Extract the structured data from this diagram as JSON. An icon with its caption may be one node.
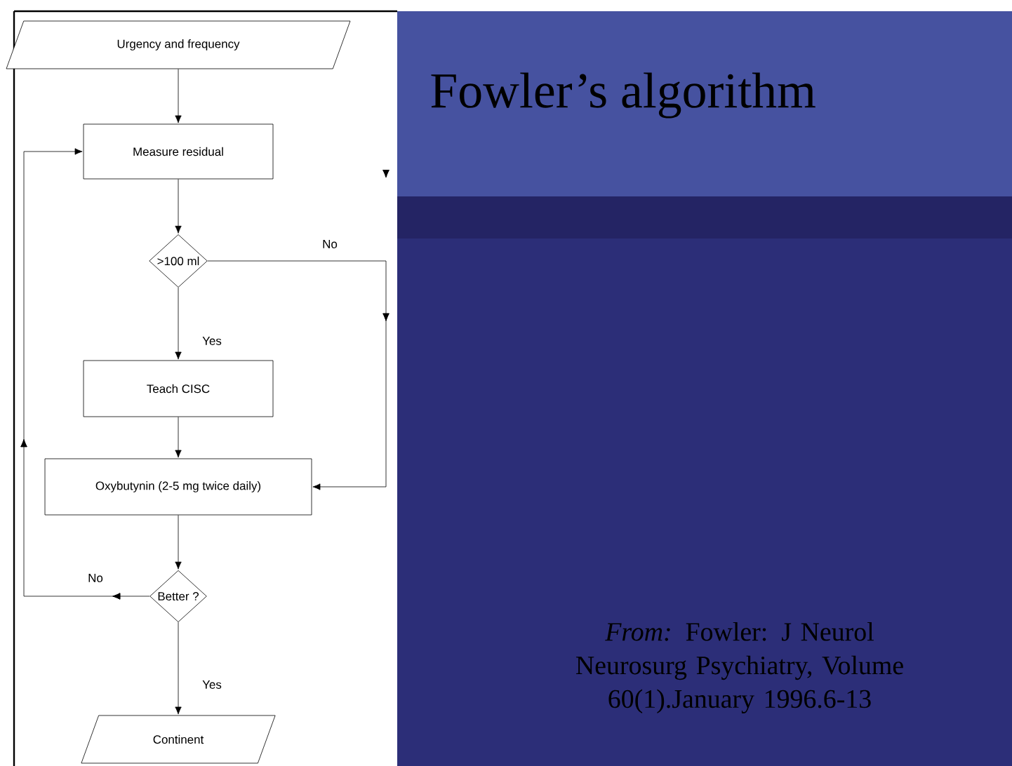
{
  "diagram": {
    "title": "Fowler’s algorithm",
    "caption": "*From:* Fowler: J Neurol Neurosurg Psychiatry, Volume 60(1).January 1996.6-13",
    "nodes": [
      {
        "text": [
          "Urgency and frequency"
        ]
      },
      {
        "text": [
          "Measure residual"
        ]
      },
      {
        "text": [
          ">100 ml"
        ]
      },
      {
        "text": [
          "Teach CISC"
        ]
      },
      {
        "text": [
          "Oxybutynin (2-5 mg twice daily)"
        ]
      },
      {
        "text": [
          "Better ?"
        ]
      },
      {
        "text": [
          "Continent"
        ]
      }
    ],
    "edges": [
      {
        "from": 0,
        "to": 1,
        "arrow": "to"
      },
      {
        "from": 1,
        "to": 2,
        "arrow": "to"
      },
      {
        "from": 2,
        "to": 3,
        "arrow": "to",
        "label": "Yes"
      },
      {
        "from": 2,
        "to": 4,
        "arrow": "to",
        "label": "No"
      },
      {
        "from": 3,
        "to": 4,
        "arrow": "to"
      },
      {
        "from": 4,
        "to": 5,
        "arrow": "to"
      },
      {
        "from": 5,
        "to": 1,
        "arrow": "to",
        "label": "No"
      },
      {
        "from": 5,
        "to": 6,
        "arrow": "to",
        "label": "Yes"
      }
    ]
  }
}
